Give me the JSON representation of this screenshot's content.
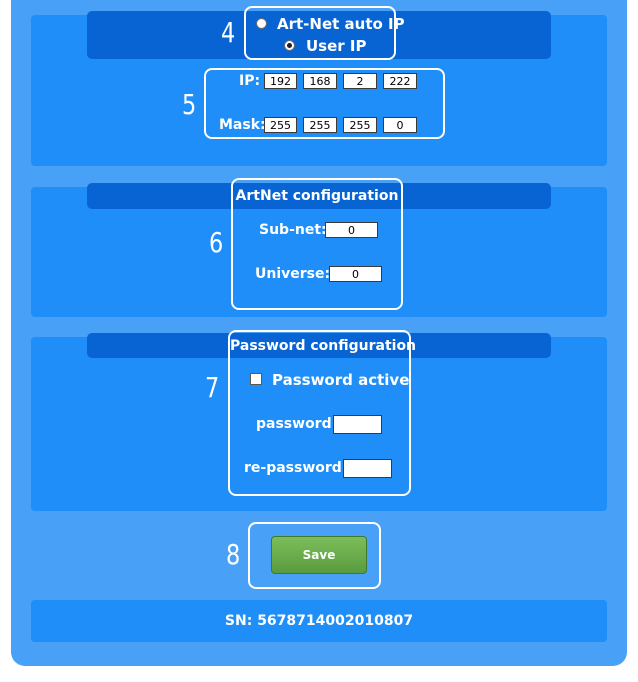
{
  "network": {
    "step_number": "4",
    "mode_auto_label": "Art-Net auto IP",
    "mode_user_label": "User IP",
    "selected_mode": "user"
  },
  "addressing": {
    "step_number": "5",
    "ip_label": "IP:",
    "ip": [
      "192",
      "168",
      "2",
      "222"
    ],
    "mask_label": "Mask:",
    "mask": [
      "255",
      "255",
      "255",
      "0"
    ]
  },
  "artnet": {
    "step_number": "6",
    "title": "ArtNet configuration",
    "subnet_label": "Sub-net:",
    "subnet_value": "0",
    "universe_label": "Universe:",
    "universe_value": "0"
  },
  "password": {
    "step_number": "7",
    "title": "Password configuration",
    "active_label": "Password active",
    "active_checked": false,
    "password_label": "password:",
    "password_value": "",
    "repassword_label": "re-password:",
    "repassword_value": ""
  },
  "save": {
    "step_number": "8",
    "label": "Save"
  },
  "footer": {
    "serial": "SN: 5678714002010807"
  },
  "colors": {
    "outer_bg": "#48a1f7",
    "panel_bg": "#1f8ef9",
    "strip_bg": "#0864d2",
    "save_green": "#6aab4a"
  }
}
